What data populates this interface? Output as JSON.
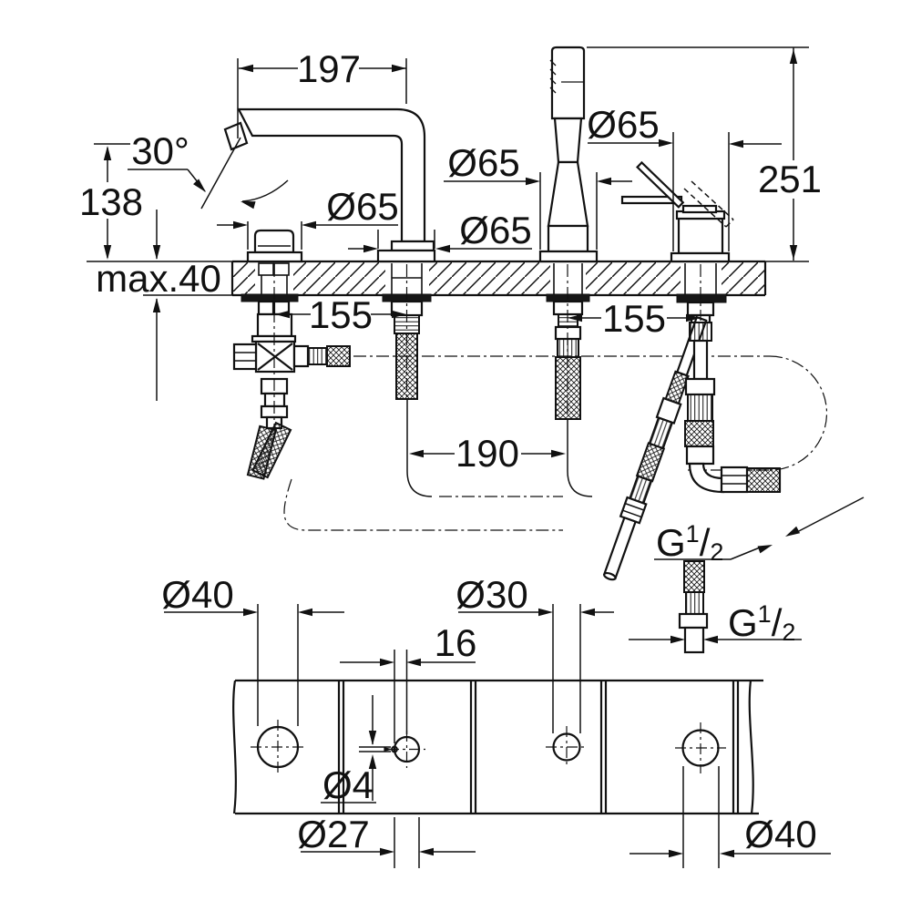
{
  "drawing": {
    "type": "technical-dimension-drawing",
    "views": [
      "side-elevation",
      "deck-plan"
    ],
    "labels": {
      "spout_projection": "197",
      "spray_angle": "30°",
      "spout_height": "138",
      "deck_max": "max.40",
      "esc_knob": "Ø65",
      "esc_spout": "Ø65",
      "esc_shower": "Ø65",
      "esc_mixer": "Ø65",
      "total_height": "251",
      "pitch_left": "155",
      "pitch_right": "155",
      "pitch_center": "190",
      "thread_upper": {
        "base": "G",
        "sup": "1",
        "slash": "/",
        "sub": "2"
      },
      "thread_lower": {
        "base": "G",
        "sup": "1",
        "slash": "/",
        "sub": "2"
      },
      "hole1": "Ø40",
      "pilot_offset": "16",
      "pilot": "Ø4",
      "hole2": "Ø27",
      "hole3": "Ø30",
      "hole4": "Ø40"
    }
  }
}
